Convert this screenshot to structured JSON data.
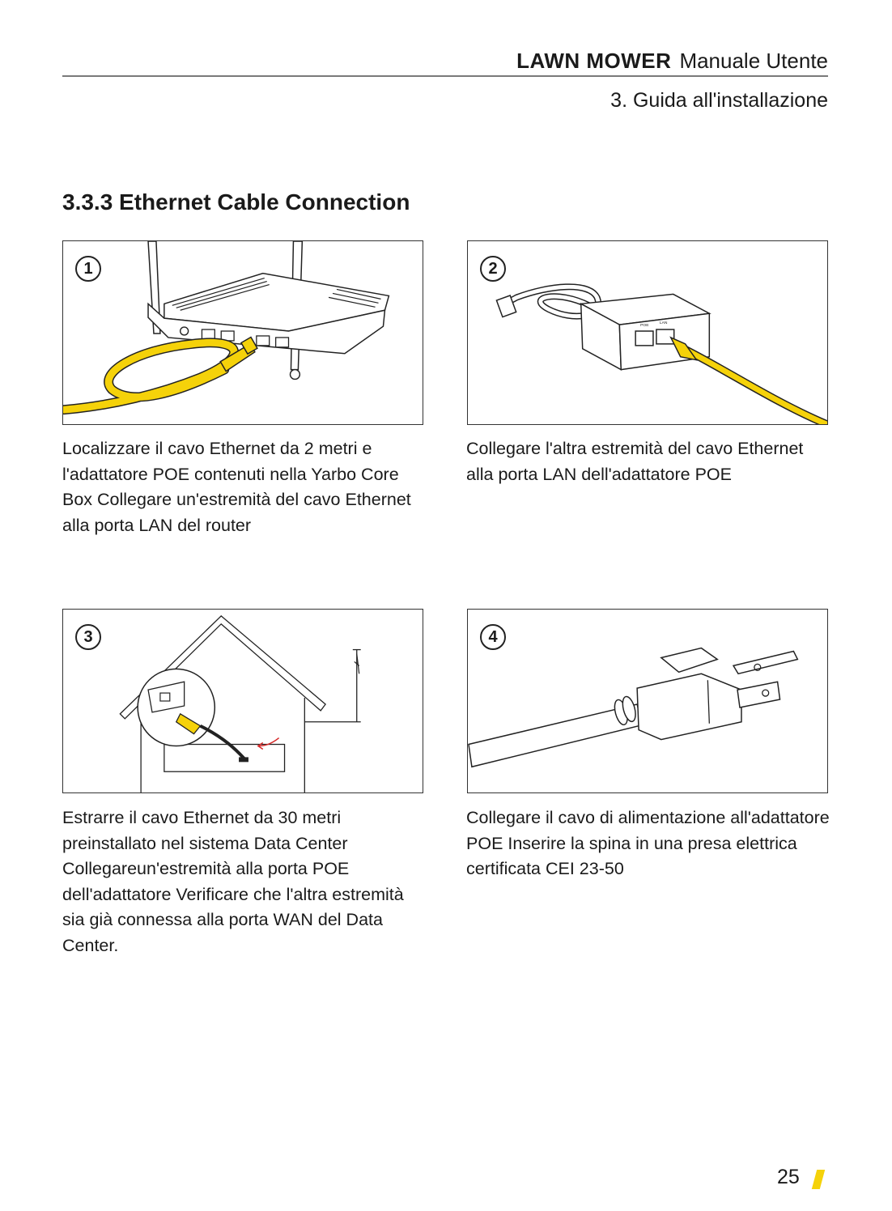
{
  "header": {
    "brand": "LAWN MOWER",
    "manual": "Manuale Utente",
    "section": "3. Guida all'installazione"
  },
  "title": "3.3.3 Ethernet Cable Connection",
  "steps": [
    {
      "number": "1",
      "caption": "Localizzare il cavo Ethernet da 2 metri e l'adattatore POE contenuti nella Yarbo Core Box Collegare un'estremità del cavo Ethernet alla porta LAN del router"
    },
    {
      "number": "2",
      "caption": "Collegare l'altra estremità del cavo Ethernet alla porta LAN dell'adattatore POE",
      "port_labels": [
        "POE",
        "LAN"
      ]
    },
    {
      "number": "3",
      "caption": "Estrarre il cavo Ethernet da 30 metri preinstallato nel sistema Data Center Collegareun'estremità alla porta POE dell'adattatore Verificare che l'altra estremità sia già connessa alla porta WAN del Data Center."
    },
    {
      "number": "4",
      "caption": "Collegare il cavo di alimentazione all'adattatore POE Inserire la spina in una presa elettrica certificata CEI 23-50"
    }
  ],
  "colors": {
    "cable": "#f5d20a",
    "accent": "#f5d20a",
    "rule": "#7a7a7a"
  },
  "page_number": "25"
}
